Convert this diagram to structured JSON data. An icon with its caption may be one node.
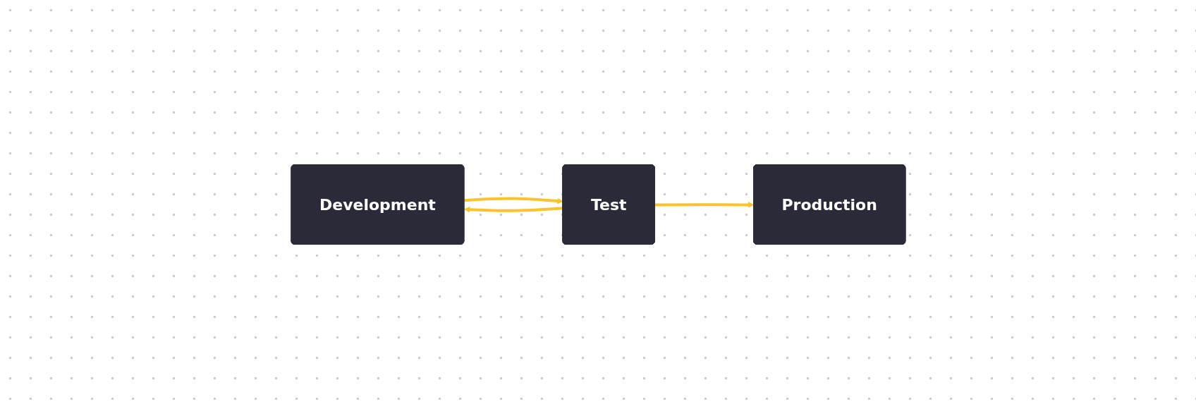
{
  "diagram": {
    "nodes": [
      {
        "text": [
          "Development"
        ]
      },
      {
        "text": [
          "Test"
        ]
      },
      {
        "text": [
          "Production"
        ]
      }
    ],
    "edges": [
      {
        "from": 0,
        "to": 1,
        "arrow": "to"
      },
      {
        "from": 1,
        "to": 0,
        "arrow": "to"
      },
      {
        "from": 1,
        "to": 2,
        "arrow": "to"
      }
    ]
  }
}
